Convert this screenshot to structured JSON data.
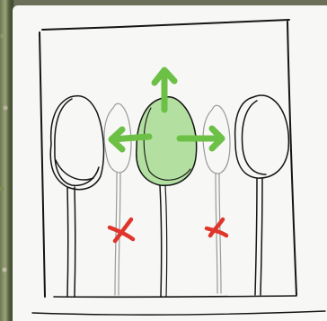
{
  "diagram": {
    "colors": {
      "paper": "#f7f7f5",
      "ink": "#151515",
      "faint_ink": "#9a9a9a",
      "highlight": "#7ccd5a",
      "arrow": "#6cc046",
      "cross": "#e0352b"
    },
    "elements": [
      "frame",
      "tree-left",
      "tree-ghost-left",
      "tree-center-highlighted",
      "tree-ghost-right",
      "tree-right",
      "arrow-up",
      "arrow-left",
      "arrow-right",
      "cross-left",
      "cross-right"
    ]
  }
}
